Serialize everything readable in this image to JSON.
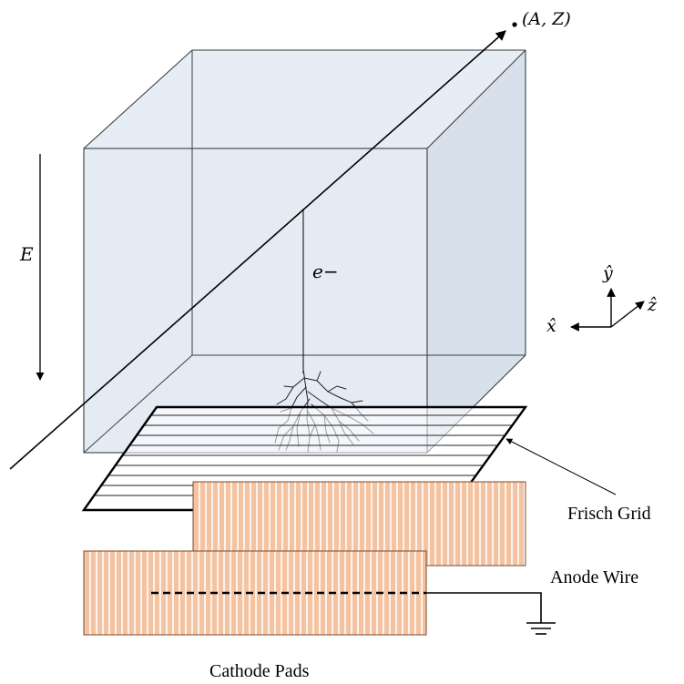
{
  "labels": {
    "particle": "(A, Z)",
    "field": "E",
    "electron": "e−",
    "frisch_grid": "Frisch Grid",
    "anode_wire": "Anode Wire",
    "cathode_pads": "Cathode Pads"
  },
  "axes": {
    "x": "x̂",
    "y": "ŷ",
    "z": "ẑ"
  },
  "colors": {
    "chamber_fill": "#dde6f1",
    "chamber_side": "#cfd9e6",
    "chamber_edge": "#3a3f44",
    "pad_fill": "#f4c3a2",
    "pad_stripe": "#ffffff",
    "pad_edge": "#7a4a2a",
    "line": "#000000"
  }
}
